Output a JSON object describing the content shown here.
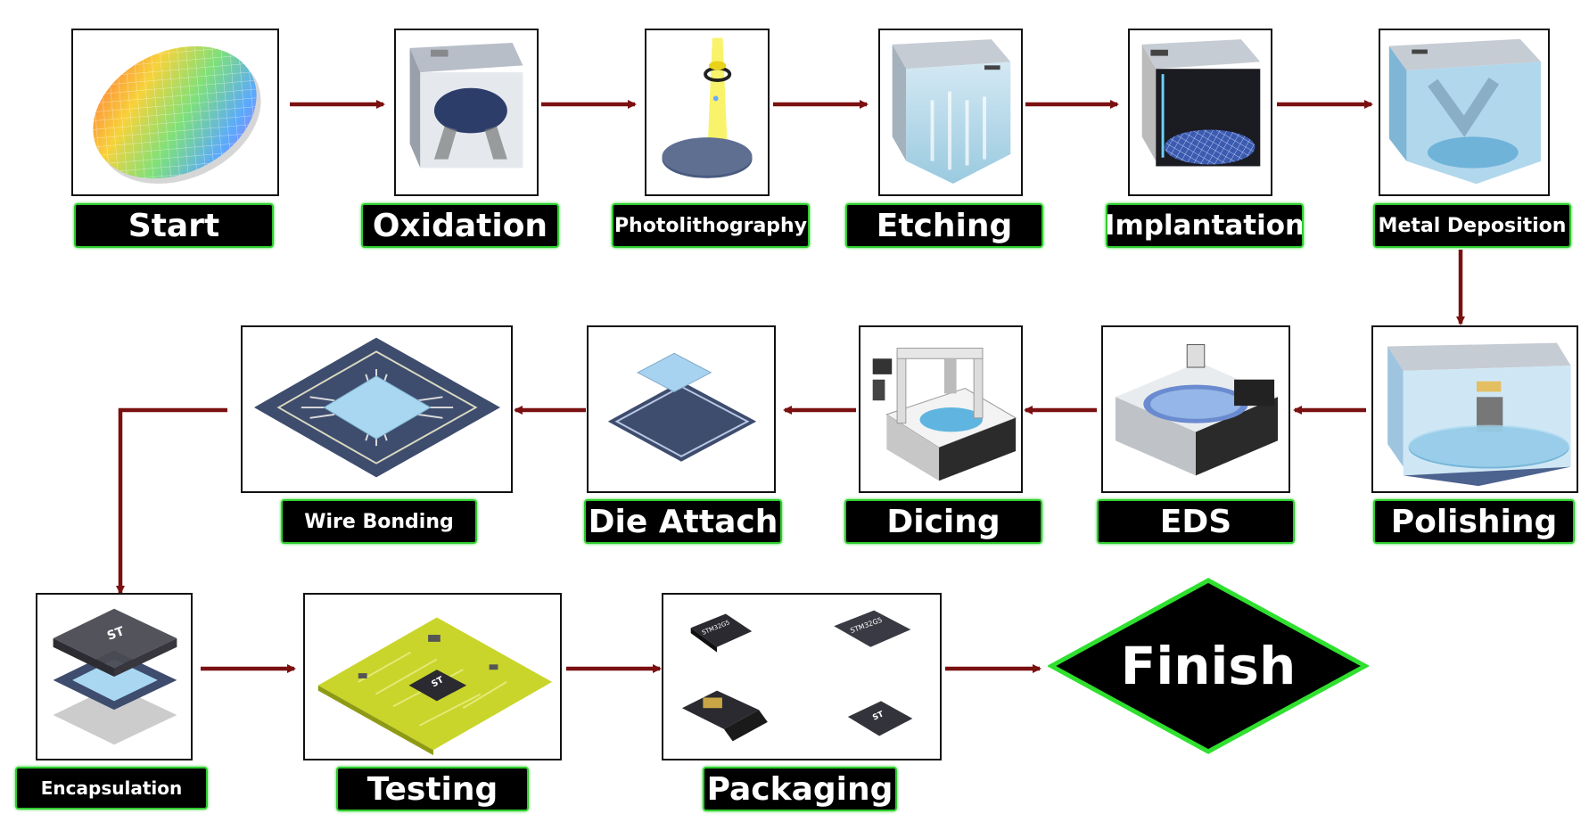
{
  "steps": [
    {
      "key": "start",
      "label": "Start",
      "icon": "wafer-icon"
    },
    {
      "key": "oxidation",
      "label": "Oxidation",
      "icon": "oxidation-chamber-icon"
    },
    {
      "key": "photolithography",
      "label": "Photolithography",
      "icon": "photolithography-icon"
    },
    {
      "key": "etching",
      "label": "Etching",
      "icon": "etching-chamber-icon"
    },
    {
      "key": "implantation",
      "label": "Implantation",
      "icon": "implantation-chamber-icon"
    },
    {
      "key": "metal_deposition",
      "label": "Metal Deposition",
      "icon": "deposition-chamber-icon"
    },
    {
      "key": "polishing",
      "label": "Polishing",
      "icon": "polishing-machine-icon"
    },
    {
      "key": "eds",
      "label": "EDS",
      "icon": "eds-tester-icon"
    },
    {
      "key": "dicing",
      "label": "Dicing",
      "icon": "dicing-machine-icon"
    },
    {
      "key": "die_attach",
      "label": "Die Attach",
      "icon": "die-attach-icon"
    },
    {
      "key": "wire_bonding",
      "label": "Wire Bonding",
      "icon": "wire-bonding-icon"
    },
    {
      "key": "encapsulation",
      "label": "Encapsulation",
      "icon": "encapsulation-layers-icon"
    },
    {
      "key": "testing",
      "label": "Testing",
      "icon": "test-board-icon"
    },
    {
      "key": "packaging",
      "label": "Packaging",
      "icon": "packaged-chips-icon"
    }
  ],
  "finish": {
    "label": "Finish"
  },
  "chip_text": [
    "STM32G5",
    "STM32G5"
  ],
  "logo_text": "ST",
  "colors": {
    "arrow": "#7a1010",
    "label_bg": "#000000",
    "label_border": "#2ecc2e",
    "finish_border": "#2fe02f"
  }
}
